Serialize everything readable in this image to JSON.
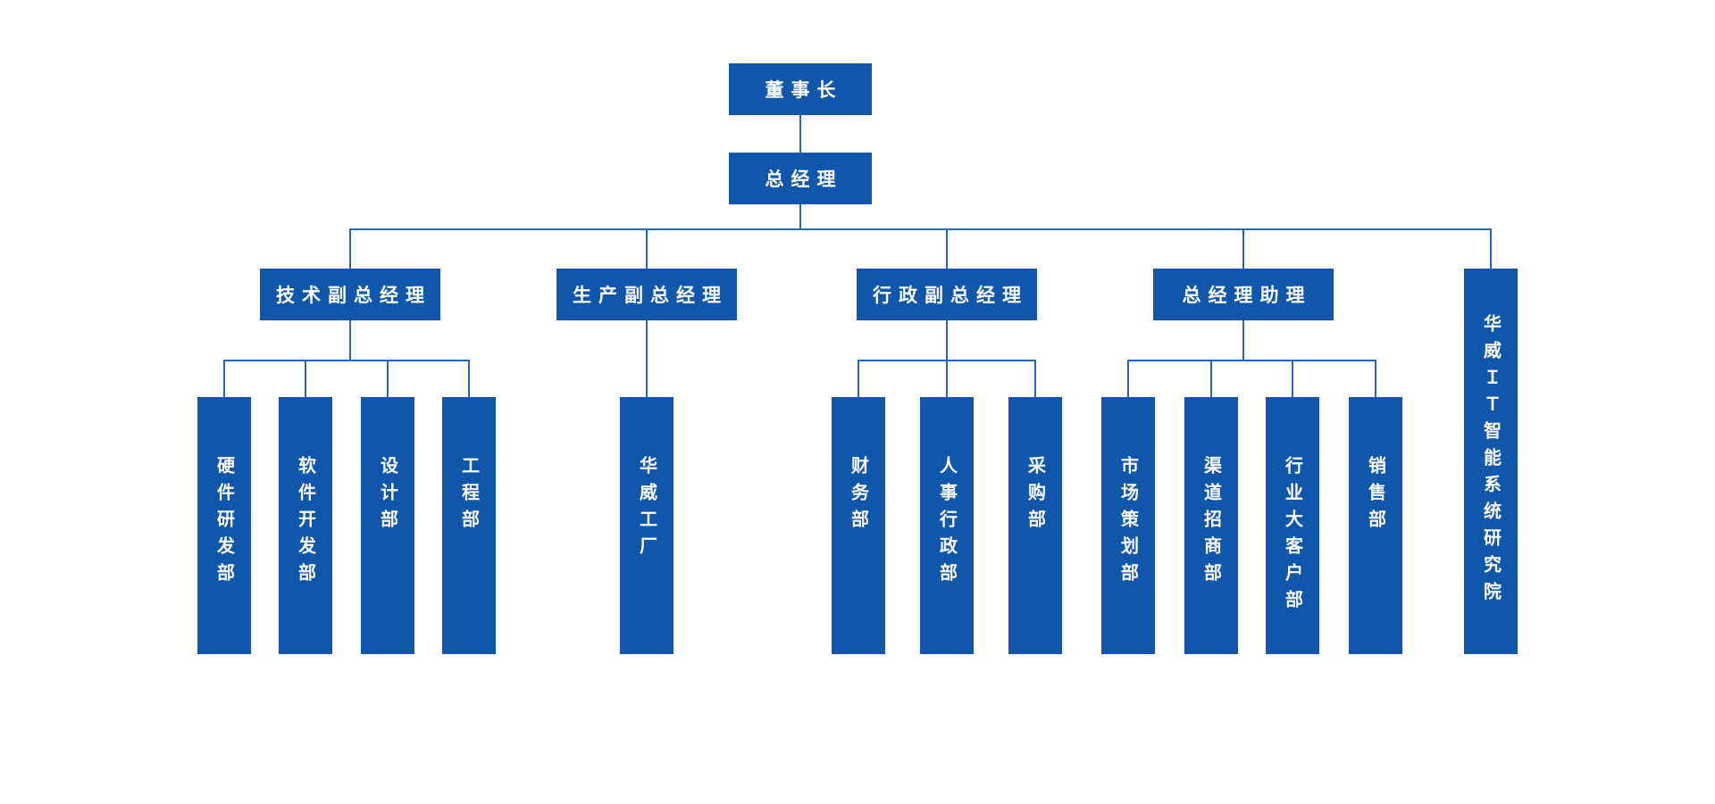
{
  "org_chart": {
    "colors": {
      "node_fill": "#1057ab",
      "node_text": "#ffffff",
      "connector": "#2767b2",
      "background": "#ffffff"
    },
    "root": {
      "label": "董事长",
      "children": [
        {
          "label": "总经理",
          "children": [
            {
              "label": "技术副总经理",
              "children": [
                {
                  "label": "硬件研发部"
                },
                {
                  "label": "软件开发部"
                },
                {
                  "label": "设计部"
                },
                {
                  "label": "工程部"
                }
              ]
            },
            {
              "label": "生产副总经理",
              "children": [
                {
                  "label": "华威工厂"
                }
              ]
            },
            {
              "label": "行政副总经理",
              "children": [
                {
                  "label": "财务部"
                },
                {
                  "label": "人事行政部"
                },
                {
                  "label": "采购部"
                }
              ]
            },
            {
              "label": "总经理助理",
              "children": [
                {
                  "label": "市场策划部"
                },
                {
                  "label": "渠道招商部"
                },
                {
                  "label": "行业大客户部"
                },
                {
                  "label": "销售部"
                }
              ]
            },
            {
              "label": "华威ＩＴ智能系统研究院",
              "children": []
            }
          ]
        }
      ]
    }
  }
}
